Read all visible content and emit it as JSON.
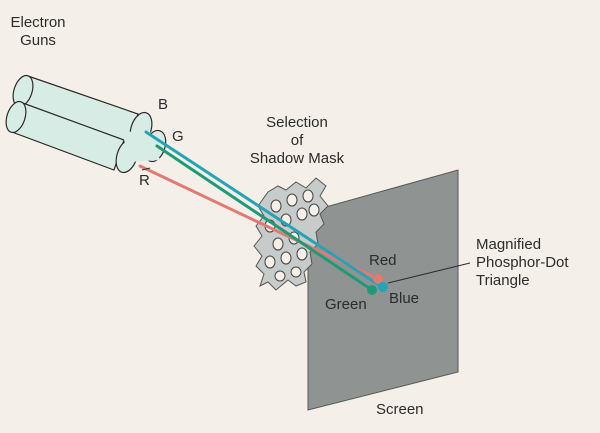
{
  "labels": {
    "electron_guns": [
      "Electron",
      "Guns"
    ],
    "gun_b": "B",
    "gun_g": "G",
    "gun_r": "R",
    "shadow_mask": [
      "Selection",
      "of",
      "Shadow Mask"
    ],
    "dot_red": "Red",
    "dot_green": "Green",
    "dot_blue": "Blue",
    "phosphor": [
      "Magnified",
      "Phosphor-Dot",
      "Triangle"
    ],
    "screen": "Screen"
  },
  "colors": {
    "background": "#f4f0e9",
    "gun_fill": "#d8ece6",
    "gun_stroke": "#2b2b2b",
    "screen_fill": "#8f9492",
    "mask_fill": "#bfc3c1",
    "beam_red": "#e27a72",
    "beam_green": "#1f9a78",
    "beam_blue": "#25a3b8"
  }
}
